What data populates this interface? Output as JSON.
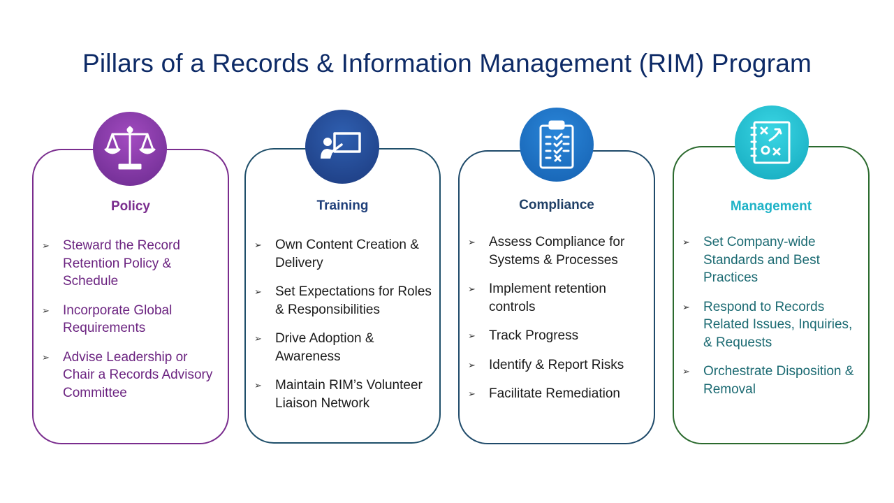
{
  "title": "Pillars of a Records & Information Management (RIM) Program",
  "colors": {
    "title": "#0d2a66",
    "policy": "#7a2d8e",
    "training": "#1f3f7a",
    "compliance": "#1f3f66",
    "management": "#1fb3c7",
    "management_border": "#2b6a2e"
  },
  "pillars": [
    {
      "icon": "scales-icon",
      "heading": "Policy",
      "bullets": [
        "Steward the Record Retention Policy & Schedule",
        "Incorporate Global Requirements",
        "Advise Leadership or Chair a Records Advisory Committee"
      ]
    },
    {
      "icon": "presentation-board-icon",
      "heading": "Training",
      "bullets": [
        "Own Content Creation & Delivery",
        "Set Expectations for Roles & Responsibilities",
        "Drive Adoption & Awareness",
        "Maintain RIM’s Volunteer Liaison Network"
      ]
    },
    {
      "icon": "clipboard-checklist-icon",
      "heading": "Compliance",
      "bullets": [
        "Assess Compliance for Systems & Processes",
        "Implement retention controls",
        "Track Progress",
        "Identify & Report Risks",
        "Facilitate Remediation"
      ]
    },
    {
      "icon": "strategy-plan-icon",
      "heading": "Management",
      "bullets": [
        "Set Company-wide Standards and Best Practices",
        "Respond to Records Related Issues, Inquiries, & Requests",
        "Orchestrate Disposition & Removal"
      ]
    }
  ],
  "bullet_glyph": "➢"
}
